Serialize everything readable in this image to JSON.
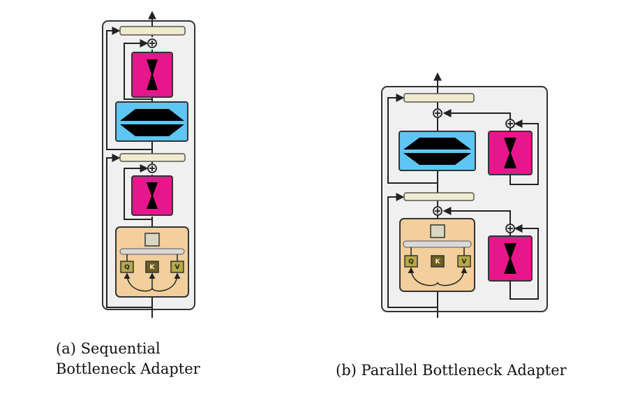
{
  "captions": {
    "a_line1": "(a) Sequential",
    "a_line2": "Bottleneck Adapter",
    "b": "(b) Parallel Bottleneck Adapter"
  },
  "labels": {
    "q": "Q",
    "k": "K",
    "v": "V",
    "plus": "+"
  },
  "colors": {
    "outer_fill": "#f0f0f0",
    "outer_stroke": "#333333",
    "layernorm": "#eeeccd",
    "adapter": "#e8168c",
    "ffn": "#5ec6f2",
    "attention": "#f2cf9d",
    "qkv": "#b5a945",
    "k": "#6e5f1e",
    "proj": "#d9d7c1",
    "bar": "#d9d9d9"
  }
}
